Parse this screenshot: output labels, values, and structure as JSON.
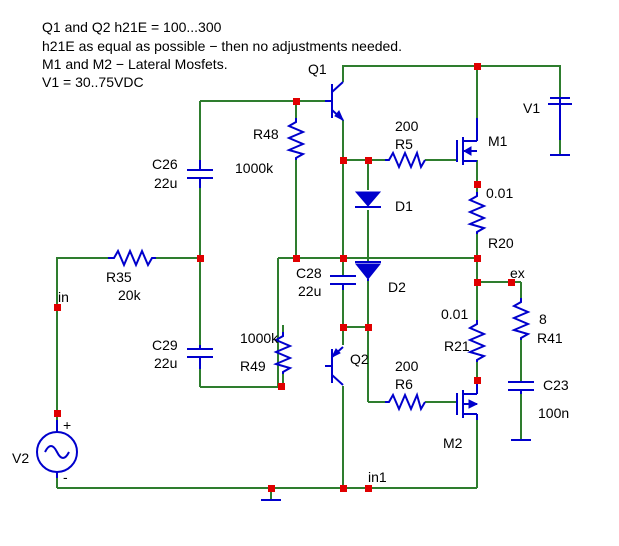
{
  "notes": [
    "Q1 and Q2 h21E = 100...300",
    "h21E as equal as possible − then no adjustments needed.",
    "M1 and M2 − Lateral Mosfets.",
    "V1 = 30..75VDC"
  ],
  "components": {
    "q1": "Q1",
    "q2": "Q2",
    "m1": "M1",
    "m2": "M2",
    "v1": "V1",
    "v2": "V2",
    "d1": "D1",
    "d2": "D2",
    "r48": {
      "name": "R48",
      "value": "1000k"
    },
    "r49": {
      "name": "R49",
      "value": "1000k"
    },
    "r5": {
      "name": "R5",
      "value": "200"
    },
    "r6": {
      "name": "R6",
      "value": "200"
    },
    "r20": {
      "name": "R20",
      "value": "0.01"
    },
    "r21": {
      "name": "R21",
      "value": "0.01"
    },
    "r35": {
      "name": "R35",
      "value": "20k"
    },
    "r41": {
      "name": "R41",
      "value": "8"
    },
    "c26": {
      "name": "C26",
      "value": "22u"
    },
    "c28": {
      "name": "C28",
      "value": "22u"
    },
    "c29": {
      "name": "C29",
      "value": "22u"
    },
    "c23": {
      "name": "C23",
      "value": "100n"
    }
  },
  "net_labels": {
    "in": "in",
    "ex": "ex",
    "in1": "in1"
  },
  "source_polarity": {
    "plus": "+",
    "minus": "-"
  },
  "colors": {
    "wire": "#2e7d2e",
    "component": "#0000cc",
    "node": "#e00000",
    "text": "#000000"
  }
}
